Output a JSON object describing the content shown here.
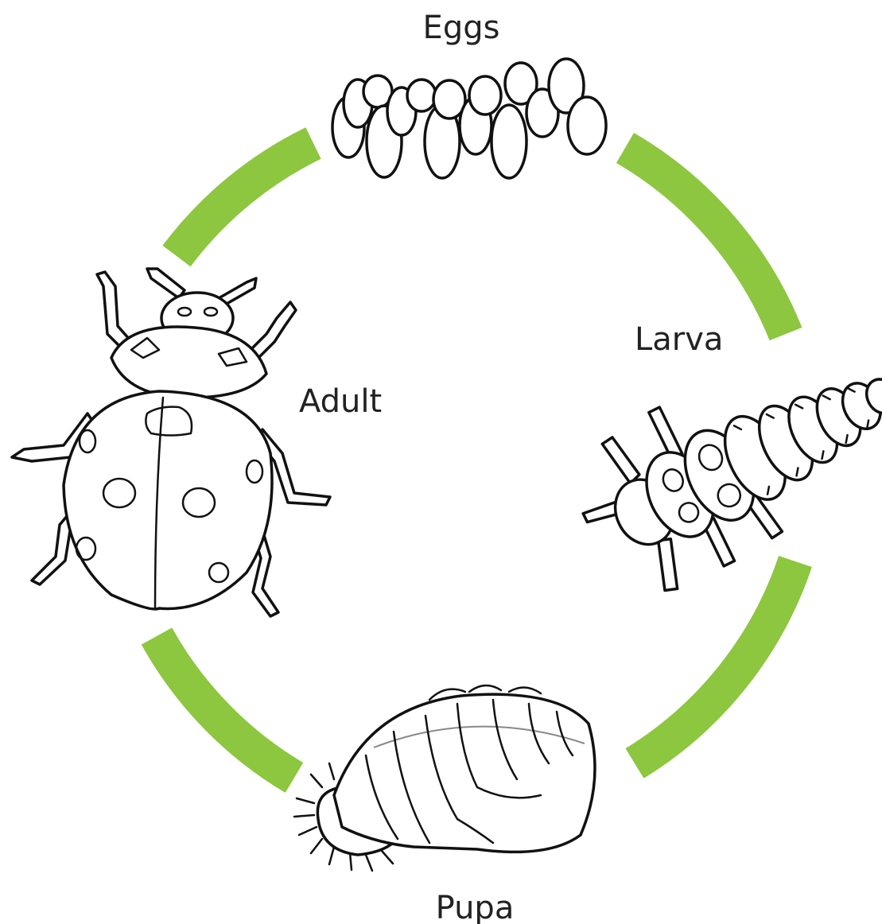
{
  "diagram": {
    "stages": {
      "eggs": "Eggs",
      "larva": "Larva",
      "pupa": "Pupa",
      "adult": "Adult"
    },
    "arrow_color": "#8dc63f",
    "outline_color": "#111111",
    "label_color": "#222222"
  }
}
